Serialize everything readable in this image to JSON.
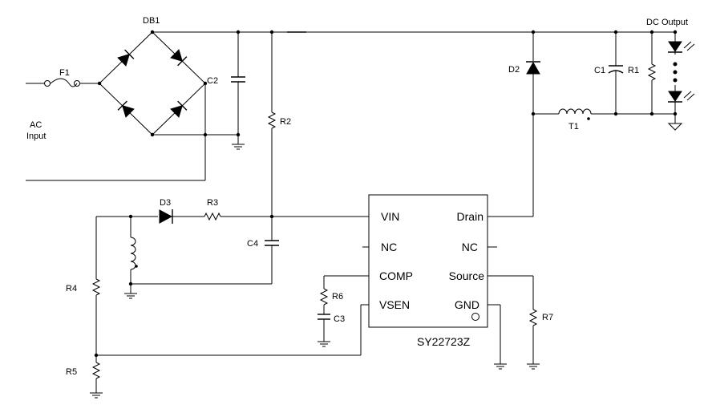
{
  "labels": {
    "db1": "DB1",
    "f1": "F1",
    "ac_line1": "AC",
    "ac_line2": "Input",
    "c2": "C2",
    "r2": "R2",
    "c4": "C4",
    "d3": "D3",
    "r3": "R3",
    "r4": "R4",
    "r5": "R5",
    "r6": "R6",
    "c3": "C3",
    "r7": "R7",
    "d2": "D2",
    "c1": "C1",
    "r1": "R1",
    "t1": "T1",
    "dc_output": "DC Output"
  },
  "chip": {
    "name": "SY22723Z",
    "pins_left": [
      "VIN",
      "NC",
      "COMP",
      "VSEN"
    ],
    "pins_right": [
      "Drain",
      "NC",
      "Source",
      "GND"
    ]
  }
}
